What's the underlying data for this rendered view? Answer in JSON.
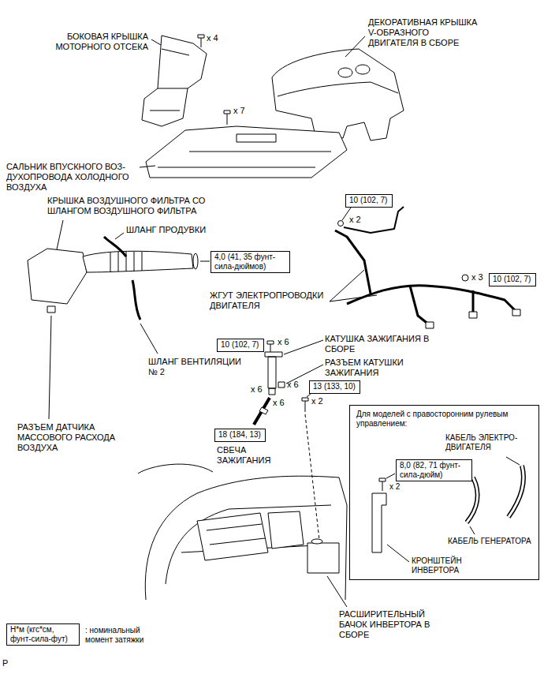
{
  "diagram": {
    "nodes": [
      {
        "text": [
          "10 (102, 7)"
        ]
      },
      {
        "text": [
          "4,0 (41, 35 фунт-сила-дюймов)"
        ]
      },
      {
        "text": [
          "10 (102, 7)"
        ]
      },
      {
        "text": [
          "10 (102, 7)"
        ]
      },
      {
        "text": [
          "13 (133, 10)"
        ]
      },
      {
        "text": [
          "Для моделей с правосторонним рулевым управлением:"
        ]
      },
      {
        "text": [
          "8,0 (82, 71 фунт-сила-дюйм)"
        ],
        "in": 5
      },
      {
        "text": [
          "18 (184, 13)"
        ]
      },
      {
        "text": [
          "Н*м (кгс*см, фунт-сила-фут)"
        ]
      }
    ],
    "labels": [
      "БОКОВАЯ КРЫШКА МОТОРНОГО ОТСЕКА",
      "x 4",
      "ДЕКОРАТИВНАЯ КРЫШКА V-ОБРАЗНОГО ДВИГАТЕЛЯ В СБОРЕ",
      "x 7",
      "САЛЬНИК ВПУСКНОГО ВОЗ- ДУХОПРОВОДА ХОЛОДНОГО ВОЗДУХА",
      "КРЫШКА ВОЗДУШНОГО ФИЛЬТРА СО ШЛАНГОМ ВОЗДУШНОГО ФИЛЬТРА",
      "x 2",
      "ШЛАНГ ПРОДУВКИ",
      "x 3",
      "ЖГУТ ЭЛЕКТРОПРОВОДКИ ДВИГАТЕЛЯ",
      "x 6",
      "КАТУШКА ЗАЖИГАНИЯ В СБОРЕ",
      "ШЛАНГ ВЕНТИЛЯЦИИ № 2",
      "РАЗЪЕМ КАТУШКИ ЗАЖИГАНИЯ",
      "x 6",
      "x 6",
      "x 2",
      "x 6",
      "КАБЕЛЬ ЭЛЕКТРО- ДВИГАТЕЛЯ",
      "РАЗЪЕМ ДАТЧИКА МАССОВОГО РАСХОДА ВОЗДУХА",
      "СВЕЧА ЗАЖИГАНИЯ",
      "x 2",
      "КАБЕЛЬ ГЕНЕРАТОРА",
      "КРОНШТЕЙН ИНВЕРТОРА",
      "РАСШИРИТЕЛЬНЫЙ БАЧОК ИНВЕРТОРА В СБОРЕ",
      ": номинальный момент затяжки",
      "P"
    ]
  }
}
